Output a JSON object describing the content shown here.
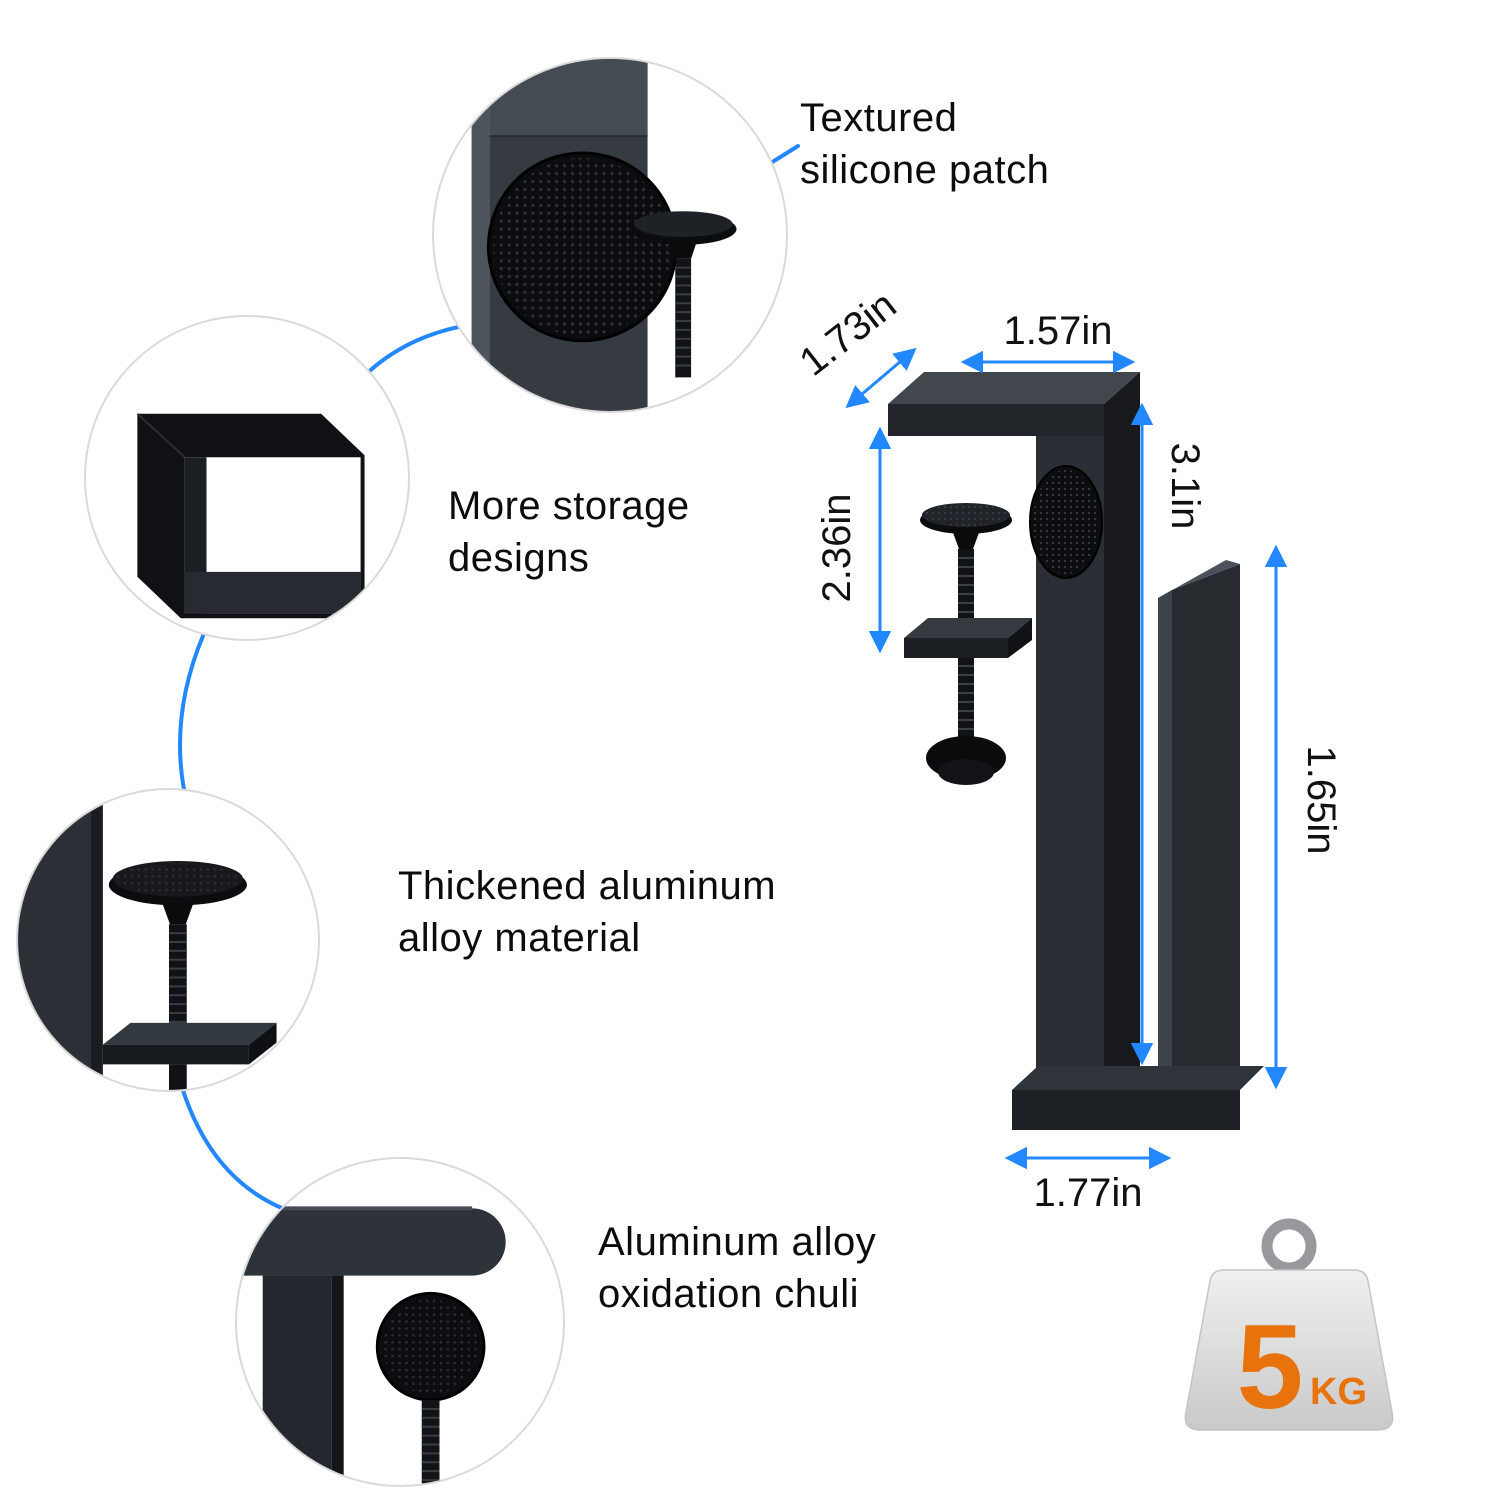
{
  "callouts": [
    {
      "line1": "Textured",
      "line2": "silicone patch",
      "icon": "silicone-patch-closeup"
    },
    {
      "line1": "More storage",
      "line2": "designs",
      "icon": "storage-cube"
    },
    {
      "line1": "Thickened aluminum",
      "line2": "alloy material",
      "icon": "clamp-screw-closeup"
    },
    {
      "line1": "Aluminum alloy",
      "line2": "oxidation chuli",
      "icon": "clamp-corner-closeup"
    }
  ],
  "dimensions": {
    "top_depth": "1.73in",
    "top_width": "1.57in",
    "clamp_opening": "2.36in",
    "column_height": "3.1in",
    "hook_depth": "1.65in",
    "bottom_width": "1.77in"
  },
  "weight_badge": {
    "value": "5",
    "unit": "KG"
  },
  "colors": {
    "accent_blue": "#2388FF",
    "weight_orange": "#E8720C",
    "product_dark": "#26292E"
  }
}
